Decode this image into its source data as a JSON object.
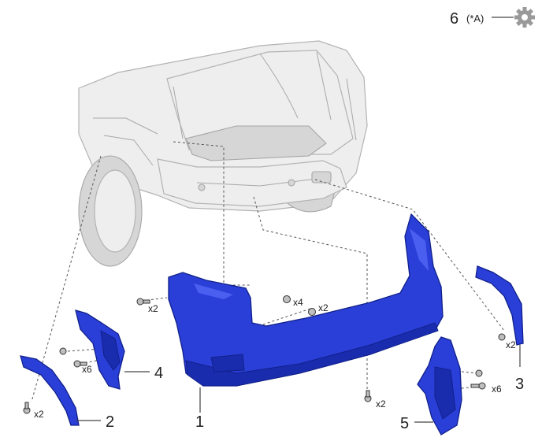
{
  "header": {
    "callout_number": "6",
    "note": "(*A)",
    "gear_icon": "gear-icon"
  },
  "callouts": {
    "bumper_cover": "1",
    "left_extension": "2",
    "right_extension": "3",
    "left_retainer": "4",
    "right_retainer": "5"
  },
  "quantities": {
    "clip_left_bumper": "x2",
    "clip_top_bumper": "x4",
    "clip_mid_bumper": "x2",
    "screw_bottom_bumper": "x2",
    "clip_left_extension": "x2",
    "screw_left_retainer": "x6",
    "clip_right_extension": "x2",
    "screw_right_retainer": "x6"
  },
  "colors": {
    "part_fill": "#2a3fd8",
    "part_edge": "#10208a",
    "vehicle_fill": "#eeeeee",
    "vehicle_edge": "#b3b3b3"
  }
}
